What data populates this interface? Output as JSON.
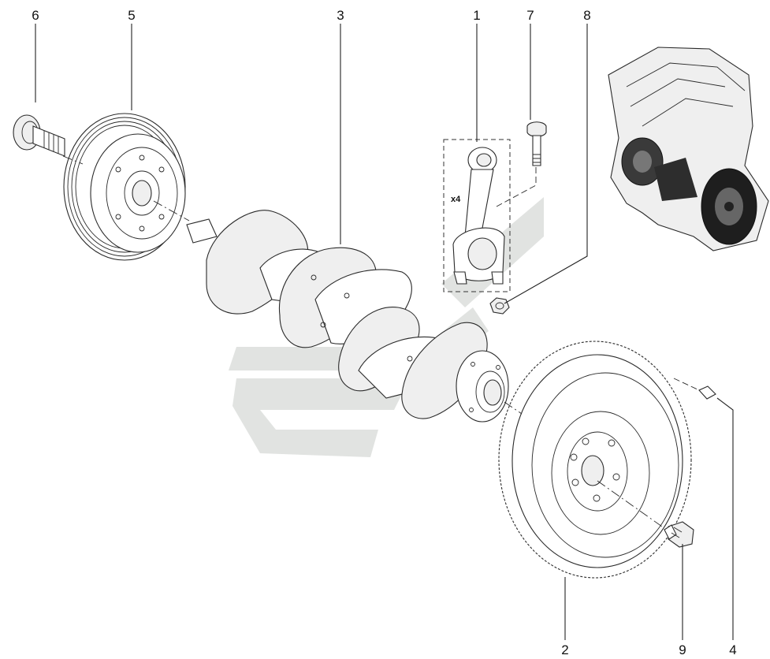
{
  "callouts": [
    {
      "id": "1",
      "label": "1"
    },
    {
      "id": "2",
      "label": "2"
    },
    {
      "id": "3",
      "label": "3"
    },
    {
      "id": "4",
      "label": "4"
    },
    {
      "id": "5",
      "label": "5"
    },
    {
      "id": "6",
      "label": "6"
    },
    {
      "id": "7",
      "label": "7"
    },
    {
      "id": "8",
      "label": "8"
    },
    {
      "id": "9",
      "label": "9"
    }
  ],
  "quantity_note": "x4",
  "icons": {
    "watermark": "watermark-logo-icon",
    "engine": "engine-overview-icon"
  },
  "colors": {
    "line": "#2a2a2a",
    "watermark": "#c9ccc8"
  }
}
